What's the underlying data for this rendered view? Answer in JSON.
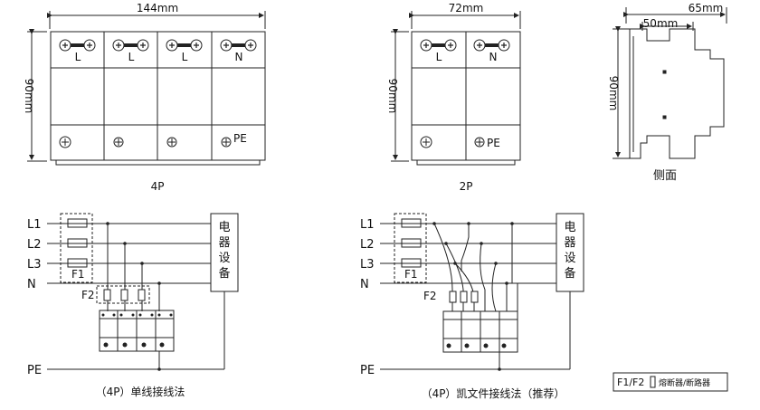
{
  "dims": {
    "width_4p": "144mm",
    "width_2p": "72mm",
    "height": "90mm",
    "depth": "65mm",
    "depth_inner": "50mm"
  },
  "labels": {
    "pole_4p": "4P",
    "pole_2p": "2P",
    "side_view": "侧面"
  },
  "terminals_4p": [
    "L",
    "L",
    "L",
    "N"
  ],
  "terminals_2p": [
    "L",
    "N"
  ],
  "pe": "PE",
  "wiring": {
    "lines": [
      "L1",
      "L2",
      "L3",
      "N"
    ],
    "pe": "PE",
    "f1": "F1",
    "f2": "F2",
    "equipment": [
      "电",
      "器",
      "设",
      "备"
    ],
    "caption_left": "（4P）单线接线法",
    "caption_right": "（4P）凯文件接线法（推荐）"
  },
  "legend": {
    "f_label": "F1/F2",
    "desc": "熔断器/断路器"
  }
}
